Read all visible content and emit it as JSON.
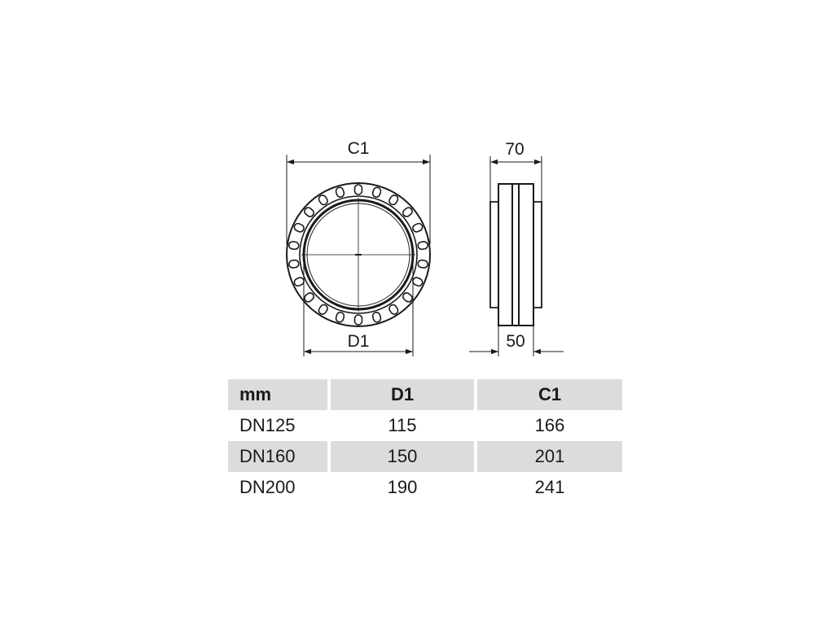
{
  "drawing": {
    "front_view": {
      "width_label": "C1",
      "inner_label": "D1"
    },
    "side_view": {
      "width_label": "70",
      "inner_label": "50"
    }
  },
  "table": {
    "headers": [
      "mm",
      "D1",
      "C1"
    ],
    "rows": [
      [
        "DN125",
        "115",
        "166"
      ],
      [
        "DN160",
        "150",
        "201"
      ],
      [
        "DN200",
        "190",
        "241"
      ]
    ]
  },
  "colors": {
    "line": "#1a1a1a",
    "table_shade": "#dcdcdc"
  }
}
